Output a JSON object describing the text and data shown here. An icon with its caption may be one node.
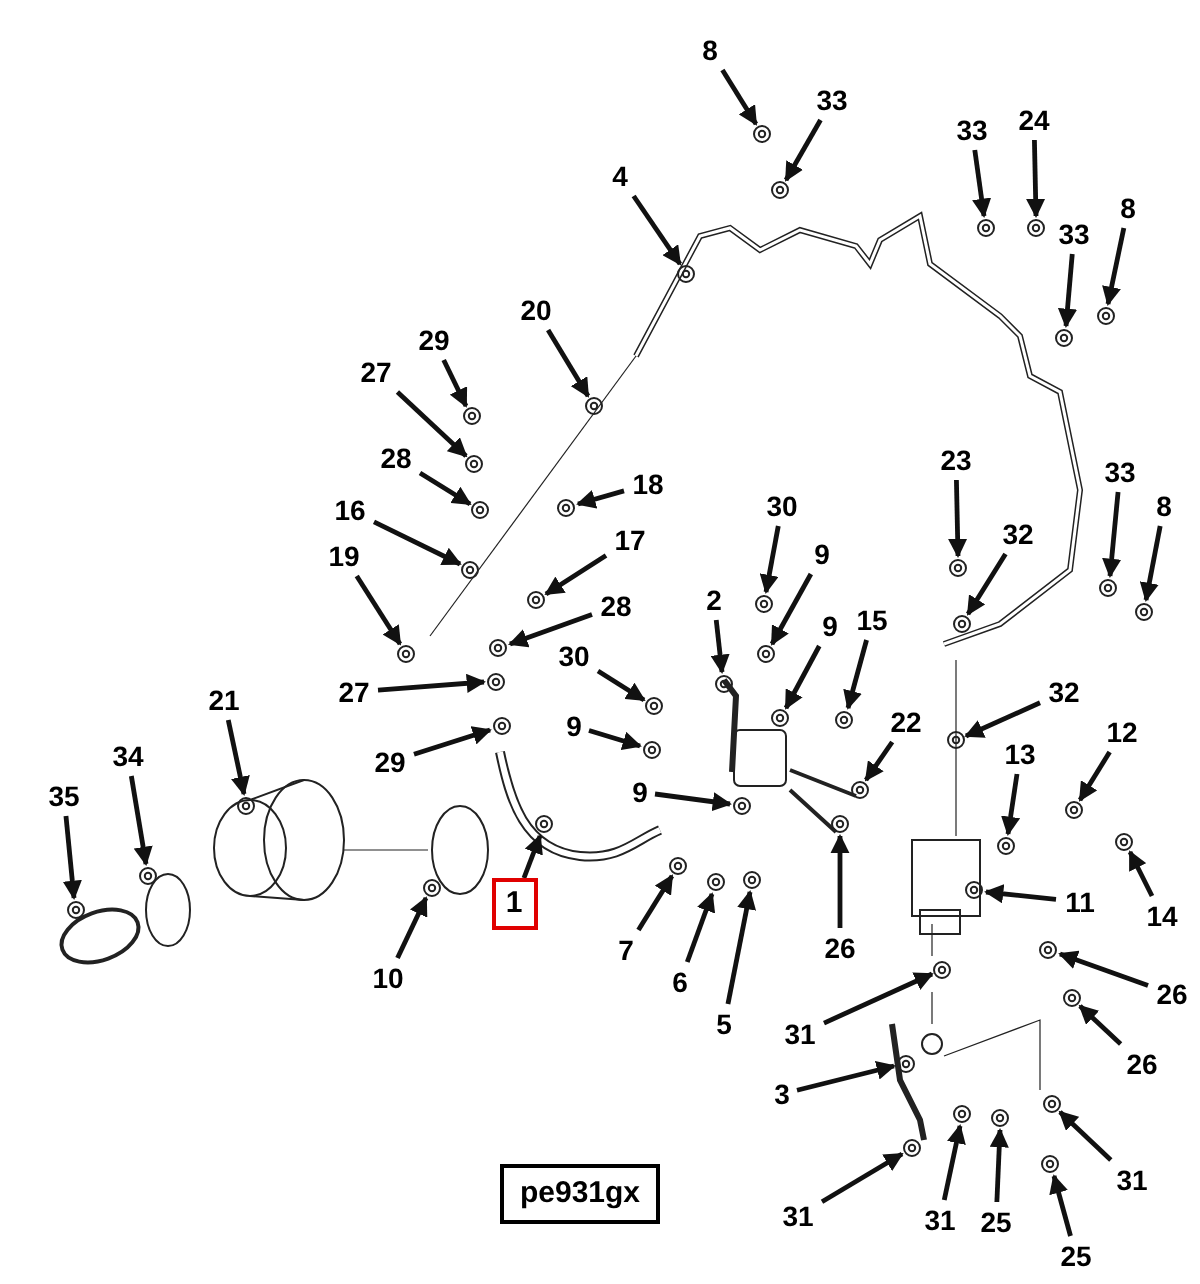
{
  "diagram": {
    "nodes": [
      {
        "text": [
          "8"
        ]
      },
      {
        "text": [
          "33"
        ]
      },
      {
        "text": [
          "33"
        ]
      },
      {
        "text": [
          "24"
        ]
      },
      {
        "text": [
          "4"
        ]
      },
      {
        "text": [
          "33"
        ]
      },
      {
        "text": [
          "8"
        ]
      },
      {
        "text": [
          "20"
        ]
      },
      {
        "text": [
          "29"
        ]
      },
      {
        "text": [
          "27"
        ]
      },
      {
        "text": [
          "28"
        ]
      },
      {
        "text": [
          "18"
        ]
      },
      {
        "text": [
          "23"
        ]
      },
      {
        "text": [
          "30"
        ]
      },
      {
        "text": [
          "16"
        ]
      },
      {
        "text": [
          "33"
        ]
      },
      {
        "text": [
          "8"
        ]
      },
      {
        "text": [
          "32"
        ]
      },
      {
        "text": [
          "17"
        ]
      },
      {
        "text": [
          "19"
        ]
      },
      {
        "text": [
          "9"
        ]
      },
      {
        "text": [
          "2"
        ]
      },
      {
        "text": [
          "28"
        ]
      },
      {
        "text": [
          "9"
        ]
      },
      {
        "text": [
          "15"
        ]
      },
      {
        "text": [
          "27"
        ]
      },
      {
        "text": [
          "30"
        ]
      },
      {
        "text": [
          "9"
        ]
      },
      {
        "text": [
          "22"
        ]
      },
      {
        "text": [
          "32"
        ]
      },
      {
        "text": [
          "12"
        ]
      },
      {
        "text": [
          "13"
        ]
      },
      {
        "text": [
          "21"
        ]
      },
      {
        "text": [
          "29"
        ]
      },
      {
        "text": [
          "9"
        ]
      },
      {
        "text": [
          "34"
        ]
      },
      {
        "text": [
          "35"
        ]
      },
      {
        "text": [
          "11"
        ]
      },
      {
        "text": [
          "1"
        ]
      },
      {
        "text": [
          "14"
        ]
      },
      {
        "text": [
          "7"
        ]
      },
      {
        "text": [
          "10"
        ]
      },
      {
        "text": [
          "26"
        ]
      },
      {
        "text": [
          "6"
        ]
      },
      {
        "text": [
          "5"
        ]
      },
      {
        "text": [
          "26"
        ]
      },
      {
        "text": [
          "31"
        ]
      },
      {
        "text": [
          "26"
        ]
      },
      {
        "text": [
          "3"
        ]
      },
      {
        "text": [
          "31"
        ]
      },
      {
        "text": [
          "31"
        ]
      },
      {
        "text": [
          "25"
        ]
      },
      {
        "text": [
          "31"
        ]
      },
      {
        "text": [
          "25"
        ]
      },
      {
        "text": [
          "pe931gx"
        ]
      },
      {
        "text": [],
        "shape": "picture"
      },
      {
        "text": [],
        "shape": "picture"
      },
      {
        "text": [],
        "shape": "picture"
      },
      {
        "text": [],
        "shape": "picture"
      },
      {
        "text": [],
        "shape": "picture"
      },
      {
        "text": [],
        "shape": "picture"
      },
      {
        "text": [],
        "shape": "picture"
      },
      {
        "text": [],
        "shape": "picture"
      },
      {
        "text": [],
        "shape": "picture"
      },
      {
        "text": [],
        "shape": "picture"
      },
      {
        "text": [],
        "shape": "picture"
      },
      {
        "text": [],
        "shape": "picture"
      },
      {
        "text": [],
        "shape": "picture"
      },
      {
        "text": [],
        "shape": "picture"
      },
      {
        "text": [],
        "shape": "picture"
      },
      {
        "text": [],
        "shape": "picture"
      },
      {
        "text": [],
        "shape": "picture"
      },
      {
        "text": [],
        "shape": "picture"
      },
      {
        "text": [],
        "shape": "picture"
      },
      {
        "text": [],
        "shape": "picture"
      },
      {
        "text": [],
        "shape": "picture"
      },
      {
        "text": [],
        "shape": "picture"
      },
      {
        "text": [],
        "shape": "picture"
      },
      {
        "text": [],
        "shape": "picture"
      },
      {
        "text": [],
        "shape": "picture"
      },
      {
        "text": [],
        "shape": "picture"
      },
      {
        "text": [],
        "shape": "picture"
      },
      {
        "text": [],
        "shape": "picture"
      },
      {
        "text": [],
        "shape": "picture"
      },
      {
        "text": [],
        "shape": "picture"
      },
      {
        "text": [],
        "shape": "picture"
      },
      {
        "text": [],
        "shape": "picture"
      },
      {
        "text": [],
        "shape": "picture"
      },
      {
        "text": [],
        "shape": "picture"
      },
      {
        "text": [],
        "shape": "picture"
      },
      {
        "text": [],
        "shape": "picture"
      },
      {
        "text": [],
        "shape": "picture"
      },
      {
        "text": [],
        "shape": "picture"
      },
      {
        "text": [],
        "shape": "picture"
      },
      {
        "text": [],
        "shape": "picture"
      },
      {
        "text": [],
        "shape": "picture"
      },
      {
        "text": [],
        "shape": "picture"
      },
      {
        "text": [],
        "shape": "picture"
      },
      {
        "text": [],
        "shape": "picture"
      },
      {
        "text": [],
        "shape": "picture"
      },
      {
        "text": [],
        "shape": "picture"
      },
      {
        "text": [],
        "shape": "picture"
      },
      {
        "text": [],
        "shape": "picture"
      },
      {
        "text": [],
        "shape": "picture"
      },
      {
        "text": [],
        "shape": "picture"
      },
      {
        "text": [],
        "shape": "picture"
      },
      {
        "text": [],
        "shape": "picture"
      },
      {
        "text": [],
        "shape": "picture"
      },
      {
        "text": [],
        "shape": "picture"
      }
    ],
    "edges": [
      {
        "from": 0,
        "to": 55,
        "arrow": "to"
      },
      {
        "from": 1,
        "to": 56,
        "arrow": "to"
      },
      {
        "from": 2,
        "to": 57,
        "arrow": "to"
      },
      {
        "from": 3,
        "to": 58,
        "arrow": "to"
      },
      {
        "from": 4,
        "to": 59,
        "arrow": "to"
      },
      {
        "from": 5,
        "to": 60,
        "arrow": "to"
      },
      {
        "from": 6,
        "to": 61,
        "arrow": "to"
      },
      {
        "from": 7,
        "to": 62,
        "arrow": "to"
      },
      {
        "from": 8,
        "to": 63,
        "arrow": "to"
      },
      {
        "from": 9,
        "to": 64,
        "arrow": "to"
      },
      {
        "from": 10,
        "to": 65,
        "arrow": "to"
      },
      {
        "from": 11,
        "to": 66,
        "arrow": "to"
      },
      {
        "from": 12,
        "to": 67,
        "arrow": "to"
      },
      {
        "from": 13,
        "to": 68,
        "arrow": "to"
      },
      {
        "from": 14,
        "to": 69,
        "arrow": "to"
      },
      {
        "from": 15,
        "to": 70,
        "arrow": "to"
      },
      {
        "from": 16,
        "to": 71,
        "arrow": "to"
      },
      {
        "from": 17,
        "to": 72,
        "arrow": "to"
      },
      {
        "from": 18,
        "to": 73,
        "arrow": "to"
      },
      {
        "from": 19,
        "to": 74,
        "arrow": "to"
      },
      {
        "from": 20,
        "to": 75,
        "arrow": "to"
      },
      {
        "from": 21,
        "to": 76,
        "arrow": "to"
      },
      {
        "from": 22,
        "to": 77,
        "arrow": "to"
      },
      {
        "from": 23,
        "to": 78,
        "arrow": "to"
      },
      {
        "from": 24,
        "to": 79,
        "arrow": "to"
      },
      {
        "from": 25,
        "to": 80,
        "arrow": "to"
      },
      {
        "from": 26,
        "to": 81,
        "arrow": "to"
      },
      {
        "from": 27,
        "to": 82,
        "arrow": "to"
      },
      {
        "from": 28,
        "to": 83,
        "arrow": "to"
      },
      {
        "from": 29,
        "to": 84,
        "arrow": "to"
      },
      {
        "from": 30,
        "to": 85,
        "arrow": "to"
      },
      {
        "from": 31,
        "to": 86,
        "arrow": "to"
      },
      {
        "from": 32,
        "to": 87,
        "arrow": "to"
      },
      {
        "from": 33,
        "to": 88,
        "arrow": "to"
      },
      {
        "from": 34,
        "to": 89,
        "arrow": "to"
      },
      {
        "from": 35,
        "to": 90,
        "arrow": "to"
      },
      {
        "from": 36,
        "to": 91,
        "arrow": "to"
      },
      {
        "from": 37,
        "to": 92,
        "arrow": "to"
      },
      {
        "from": 38,
        "to": 93,
        "arrow": "to"
      },
      {
        "from": 39,
        "to": 94,
        "arrow": "to"
      },
      {
        "from": 40,
        "to": 95,
        "arrow": "to"
      },
      {
        "from": 41,
        "to": 96,
        "arrow": "to"
      },
      {
        "from": 42,
        "to": 97,
        "arrow": "to"
      },
      {
        "from": 43,
        "to": 98,
        "arrow": "to"
      },
      {
        "from": 44,
        "to": 99,
        "arrow": "to"
      },
      {
        "from": 45,
        "to": 100,
        "arrow": "to"
      },
      {
        "from": 46,
        "to": 101,
        "arrow": "to"
      },
      {
        "from": 47,
        "to": 102,
        "arrow": "to"
      },
      {
        "from": 48,
        "to": 103,
        "arrow": "to"
      },
      {
        "from": 49,
        "to": 104,
        "arrow": "to"
      },
      {
        "from": 50,
        "to": 105,
        "arrow": "to"
      },
      {
        "from": 51,
        "to": 106,
        "arrow": "to"
      },
      {
        "from": 52,
        "to": 107,
        "arrow": "to"
      },
      {
        "from": 53,
        "to": 108,
        "arrow": "to"
      }
    ]
  }
}
